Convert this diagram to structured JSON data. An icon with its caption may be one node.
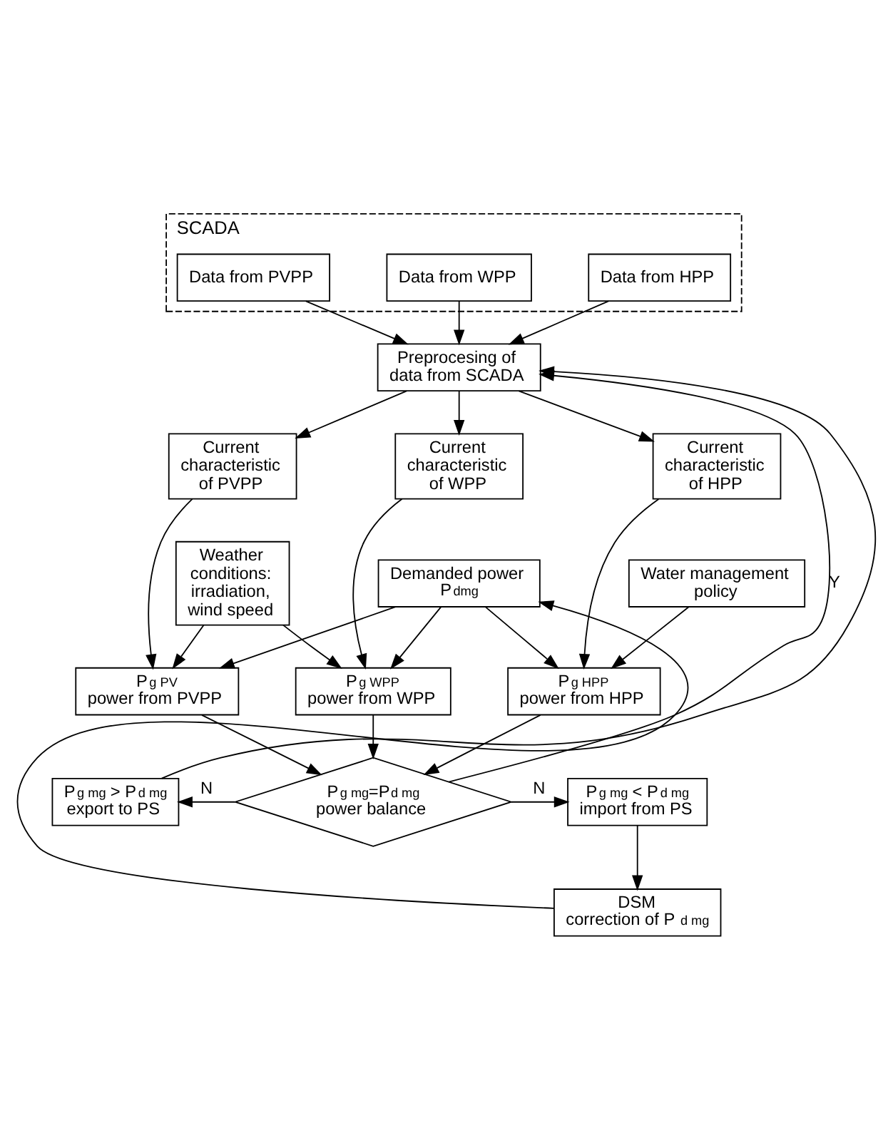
{
  "diagram": {
    "nodes": [
      {
        "text": [
          "SCADA"
        ]
      },
      {
        "text": [
          "Data from PVPP"
        ],
        "in": 0
      },
      {
        "text": [
          "Data from WPP"
        ],
        "in": 0
      },
      {
        "text": [
          "Data from HPP"
        ],
        "in": 0
      },
      {
        "text": [
          "Preprocesing of data from SCADA"
        ]
      },
      {
        "text": [
          "Current characteristic of PVPP"
        ]
      },
      {
        "text": [
          "Current characteristic of WPP"
        ]
      },
      {
        "text": [
          "Current characteristic of HPP"
        ]
      },
      {
        "text": [
          "Weather conditions: irradiation, wind speed"
        ]
      },
      {
        "text": [
          "Demanded power",
          "P$_{dmg}$"
        ]
      },
      {
        "text": [
          "Water management policy"
        ]
      },
      {
        "text": [
          "P$_{g PV}$",
          "power from PVPP"
        ]
      },
      {
        "text": [
          "P$_{g WPP}$",
          "power from WPP"
        ]
      },
      {
        "text": [
          "P$_{g HPP}$",
          "power from HPP"
        ]
      },
      {
        "text": [
          "P$_{g mg}$ > P$_{d mg}$",
          "export to PS"
        ]
      },
      {
        "text": [
          "P$_{g mg}$=P$_{d mg}$",
          "power balance"
        ]
      },
      {
        "text": [
          "P$_{g mg}$ < P$_{d mg}$",
          "import from PS"
        ]
      },
      {
        "text": [
          "DSM",
          "correction of P$_{d mg}$"
        ]
      }
    ],
    "edges": [
      {
        "from": 1,
        "to": 4,
        "arrow": "to"
      },
      {
        "from": 2,
        "to": 4,
        "arrow": "to"
      },
      {
        "from": 3,
        "to": 4,
        "arrow": "to"
      },
      {
        "from": 4,
        "to": 5,
        "arrow": "to"
      },
      {
        "from": 4,
        "to": 6,
        "arrow": "to"
      },
      {
        "from": 4,
        "to": 7,
        "arrow": "to"
      },
      {
        "from": 8,
        "to": 11,
        "arrow": "to"
      },
      {
        "from": 5,
        "to": 11,
        "arrow": "to"
      },
      {
        "from": 9,
        "to": 11,
        "arrow": "to"
      },
      {
        "from": 8,
        "to": 12,
        "arrow": "to"
      },
      {
        "from": 9,
        "to": 12,
        "arrow": "to"
      },
      {
        "from": 6,
        "to": 12,
        "arrow": "to"
      },
      {
        "from": 7,
        "to": 13,
        "arrow": "to"
      },
      {
        "from": 10,
        "to": 13,
        "arrow": "to"
      },
      {
        "from": 9,
        "to": 13,
        "arrow": "to"
      },
      {
        "from": 11,
        "to": 15,
        "arrow": "to"
      },
      {
        "from": 12,
        "to": 15,
        "arrow": "to"
      },
      {
        "from": 13,
        "to": 15,
        "arrow": "to"
      },
      {
        "from": 15,
        "to": 14,
        "label": "N",
        "arrow": "to"
      },
      {
        "from": 15,
        "to": 16,
        "label": "N",
        "arrow": "to"
      },
      {
        "from": 15,
        "to": 4,
        "label": "Y",
        "arrow": "to"
      },
      {
        "from": 14,
        "to": 4,
        "arrow": "to"
      },
      {
        "from": 16,
        "to": 17,
        "arrow": "to"
      },
      {
        "from": 17,
        "to": 9,
        "arrow": "to"
      }
    ]
  }
}
